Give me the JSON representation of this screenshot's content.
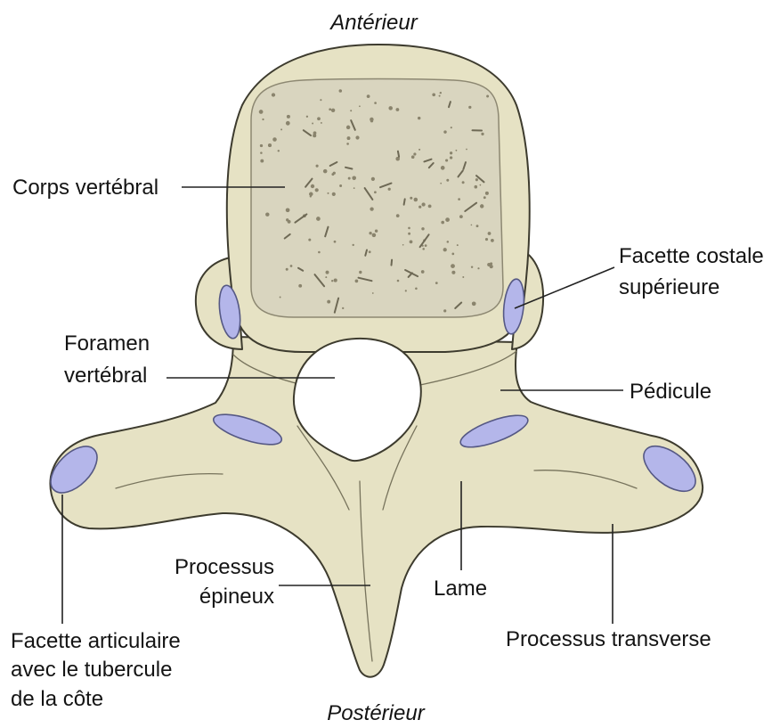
{
  "orientation": {
    "anterior": "Antérieur",
    "posterior": "Postérieur"
  },
  "labels": {
    "vertebral_body": "Corps vertébral",
    "superior_costal_facet": [
      "Facette costale",
      "supérieure"
    ],
    "vertebral_foramen": [
      "Foramen",
      "vertébral"
    ],
    "pedicle": "Pédicule",
    "spinous_process": [
      "Processus",
      "épineux"
    ],
    "lamina": "Lame",
    "transverse_process": "Processus transverse",
    "tubercle_facet": [
      "Facette articulaire",
      "avec le tubercule",
      "de la côte"
    ]
  },
  "colors": {
    "background": "#ffffff",
    "bone": "#e6e2c4",
    "cancellous_bone": "#d9d5bf",
    "articular_facet": "#b4b6ea",
    "outline": "#3d3b2e",
    "leader_line": "#222222"
  }
}
